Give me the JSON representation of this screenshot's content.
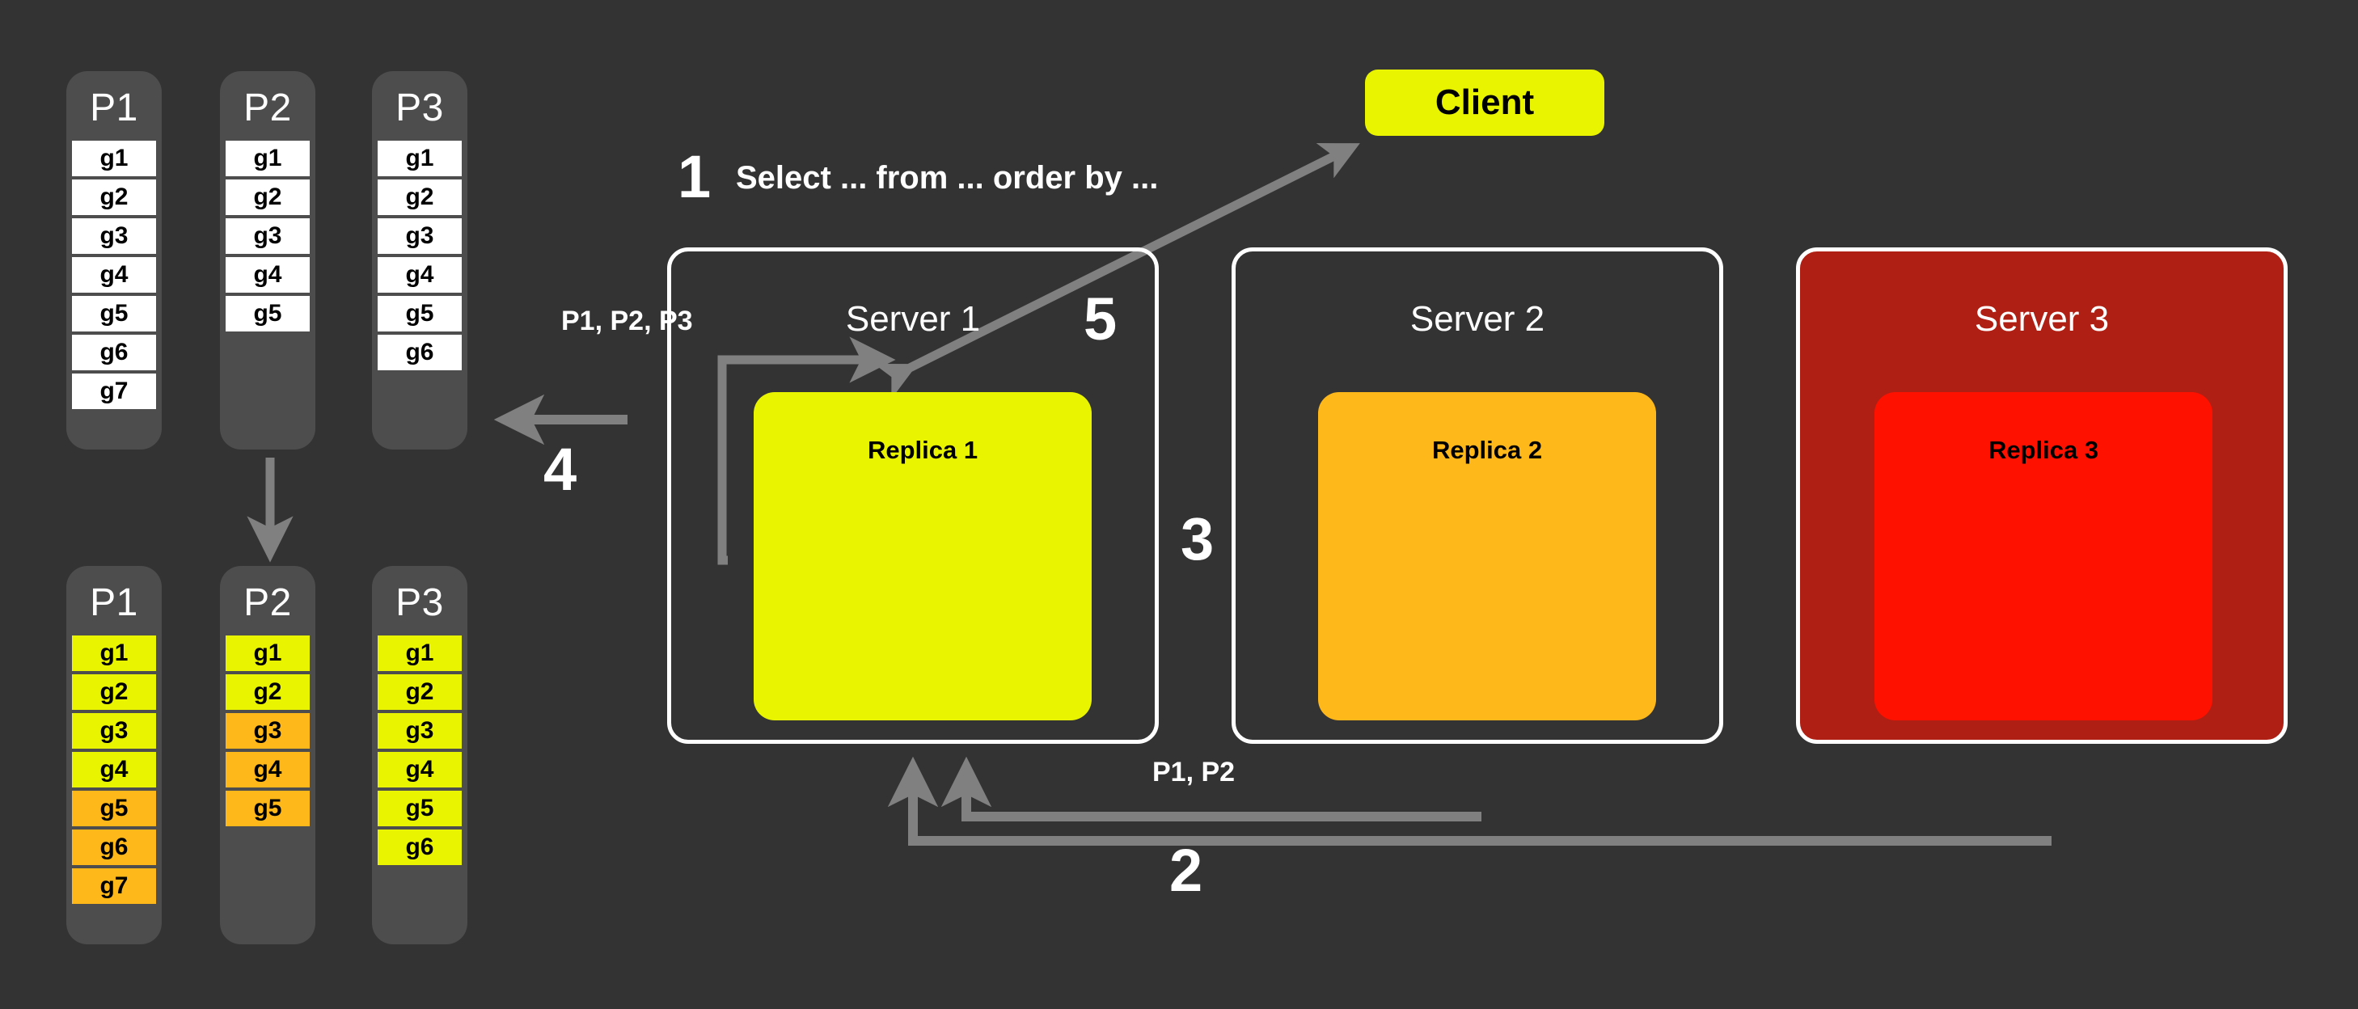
{
  "colors": {
    "background": "#333333",
    "pill": "#4d4d4d",
    "cell_white": "#ffffff",
    "cell_yellow": "#e9f500",
    "cell_orange": "#ffb81a",
    "replica1": "#e9f500",
    "replica2": "#ffb81a",
    "replica3": "#ff1100",
    "server3_box": "#b01f13",
    "client": "#e9f500",
    "arrow": "#808080",
    "border": "#ffffff",
    "text_light": "#ffffff",
    "text_dark": "#000000"
  },
  "partitions_before": [
    {
      "title": "P1",
      "cells": [
        {
          "label": "g1",
          "fill": "white"
        },
        {
          "label": "g2",
          "fill": "white"
        },
        {
          "label": "g3",
          "fill": "white"
        },
        {
          "label": "g4",
          "fill": "white"
        },
        {
          "label": "g5",
          "fill": "white"
        },
        {
          "label": "g6",
          "fill": "white"
        },
        {
          "label": "g7",
          "fill": "white"
        }
      ]
    },
    {
      "title": "P2",
      "cells": [
        {
          "label": "g1",
          "fill": "white"
        },
        {
          "label": "g2",
          "fill": "white"
        },
        {
          "label": "g3",
          "fill": "white"
        },
        {
          "label": "g4",
          "fill": "white"
        },
        {
          "label": "g5",
          "fill": "white"
        }
      ]
    },
    {
      "title": "P3",
      "cells": [
        {
          "label": "g1",
          "fill": "white"
        },
        {
          "label": "g2",
          "fill": "white"
        },
        {
          "label": "g3",
          "fill": "white"
        },
        {
          "label": "g4",
          "fill": "white"
        },
        {
          "label": "g5",
          "fill": "white"
        },
        {
          "label": "g6",
          "fill": "white"
        }
      ]
    }
  ],
  "partitions_after": [
    {
      "title": "P1",
      "cells": [
        {
          "label": "g1",
          "fill": "yellow"
        },
        {
          "label": "g2",
          "fill": "yellow"
        },
        {
          "label": "g3",
          "fill": "yellow"
        },
        {
          "label": "g4",
          "fill": "yellow"
        },
        {
          "label": "g5",
          "fill": "orange"
        },
        {
          "label": "g6",
          "fill": "orange"
        },
        {
          "label": "g7",
          "fill": "orange"
        }
      ]
    },
    {
      "title": "P2",
      "cells": [
        {
          "label": "g1",
          "fill": "yellow"
        },
        {
          "label": "g2",
          "fill": "yellow"
        },
        {
          "label": "g3",
          "fill": "orange"
        },
        {
          "label": "g4",
          "fill": "orange"
        },
        {
          "label": "g5",
          "fill": "orange"
        }
      ]
    },
    {
      "title": "P3",
      "cells": [
        {
          "label": "g1",
          "fill": "yellow"
        },
        {
          "label": "g2",
          "fill": "yellow"
        },
        {
          "label": "g3",
          "fill": "yellow"
        },
        {
          "label": "g4",
          "fill": "yellow"
        },
        {
          "label": "g5",
          "fill": "yellow"
        },
        {
          "label": "g6",
          "fill": "yellow"
        }
      ]
    }
  ],
  "client": {
    "label": "Client"
  },
  "servers": [
    {
      "title": "Server 1",
      "replica": "Replica 1",
      "state": "healthy"
    },
    {
      "title": "Server 2",
      "replica": "Replica 2",
      "state": "healthy"
    },
    {
      "title": "Server 3",
      "replica": "Replica 3",
      "state": "failed"
    }
  ],
  "steps": {
    "one": "1",
    "two": "2",
    "three": "3",
    "four": "4",
    "five": "5"
  },
  "labels": {
    "query": "Select ... from ... order by ...",
    "merged_partitions": "P1, P2, P3",
    "fetched_partitions": "P1, P2"
  }
}
